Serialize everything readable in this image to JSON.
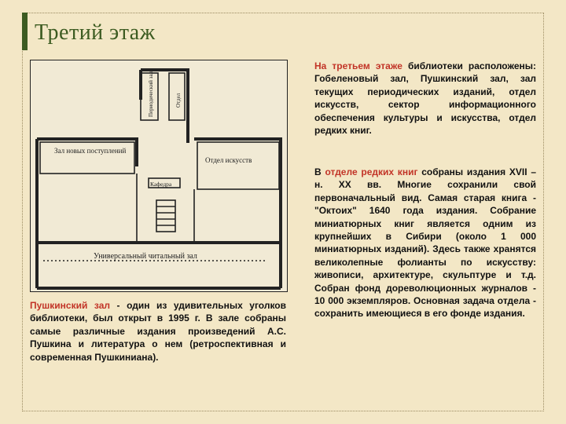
{
  "page": {
    "title": "Третий этаж",
    "accent_color": "#3c5b21",
    "link_color": "#c23427",
    "background_color": "#f3e7c6"
  },
  "plan": {
    "labels": {
      "new_arrivals": "Зал новых поступлений",
      "arts_dept": "Отдел искусств",
      "periodicals": "Периодический зал",
      "offices": "Отдел",
      "cafe": "Кафедра",
      "reading_hall": "Универсальный читальный зал"
    }
  },
  "text_right_1": {
    "link": "На третьем этаже",
    "body": " библиотеки расположены: Гобеленовый зал, Пушкинский зал, зал текущих периодических изданий, отдел искусств, сектор информационного обеспечения культуры и искусства, отдел редких книг."
  },
  "text_right_2": {
    "pre": "В ",
    "link": "отделе редких книг",
    "body": " собраны издания XVII – н. XX вв. Многие сохранили свой первоначальный вид. Самая старая книга - \"Октоих\" 1640 года издания. Собрание миниатюрных книг является одним из крупнейших в Сибири (около 1 000 миниатюрных изданий). Здесь также хранятся великолепные фолианты по искусству: живописи, архитектуре, скульптуре и т.д. Собран фонд дореволюционных журналов - 10 000 экземпляров. Основная задача отдела - сохранить имеющиеся в его фонде издания."
  },
  "text_left": {
    "link": "Пушкинский зал",
    "body": " - один из удивительных уголков библиотеки, был открыт в 1995 г. В зале собраны самые различные издания произведений А.С. Пушкина и литература о нем (ретроспективная и современная Пушкиниана)."
  }
}
